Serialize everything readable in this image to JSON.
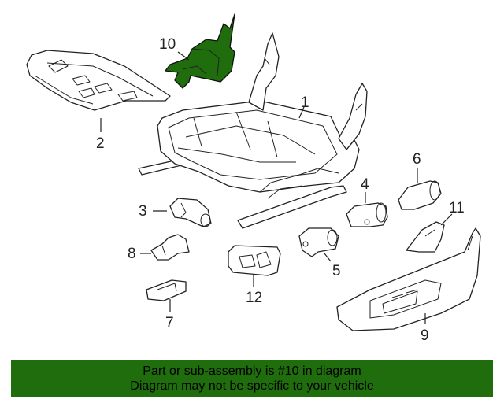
{
  "callouts": {
    "n1": "1",
    "n2": "2",
    "n3": "3",
    "n4": "4",
    "n5": "5",
    "n6": "6",
    "n7": "7",
    "n8": "8",
    "n9": "9",
    "n10": "10",
    "n11": "11",
    "n12": "12"
  },
  "highlighted_part": "10",
  "highlight_color": "#1f6d0d",
  "banner": {
    "line1": "Part or sub-assembly is #10 in diagram",
    "line2": "Diagram may not be specific to your vehicle"
  }
}
